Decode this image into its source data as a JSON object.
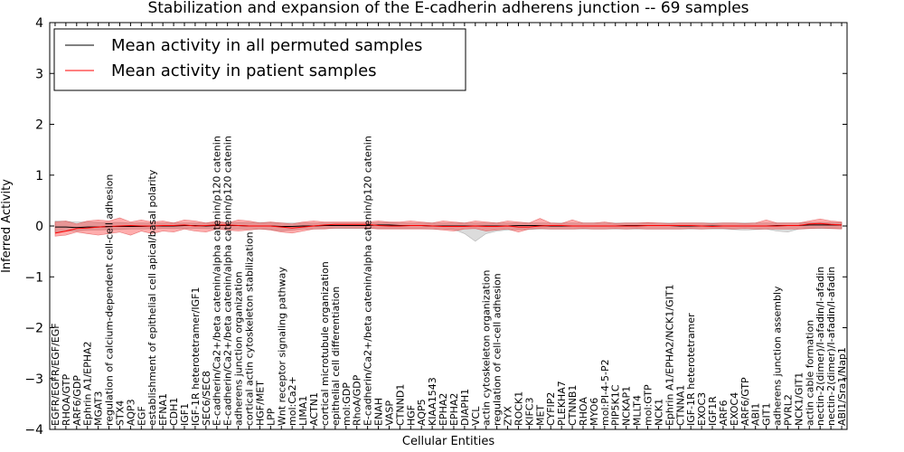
{
  "chart_data": {
    "type": "line",
    "title": "Stabilization and expansion of the E-cadherin adherens junction -- 69 samples",
    "xlabel": "Cellular Entities",
    "ylabel": "Inferred Activity",
    "ylim": [
      -4,
      4
    ],
    "yticks": [
      -4,
      -3,
      -2,
      -1,
      0,
      1,
      2,
      3,
      4
    ],
    "grid": false,
    "legend_position": "top-left",
    "categories": [
      "EGFR/EGFR/EGF/EGF",
      "RHOA/GTP",
      "ARF6/GDP",
      "Ephrin A1/EPHA2",
      "MGAT3",
      "regulation of calcium-dependent cell-cell adhesion",
      "STX4",
      "AQP3",
      "EGF",
      "establishment of epithelial cell apical/basal polarity",
      "EFNA1",
      "CDH1",
      "IGF1",
      "IGF-1R heterotetramer/IGF1",
      "SEC6/SEC8",
      "E-cadherin/Ca2+/beta catenin/alpha catenin/p120 catenin",
      "E-cadherin/Ca2+/beta catenin/alpha catenin/p120 catenin",
      "adherens junction organization",
      "cortical actin cytoskeleton stabilization",
      "HGF/MET",
      "LPP",
      "Wnt receptor signaling pathway",
      "mol:Ca2+",
      "LIMA1",
      "ACTN1",
      "cortical microtubule organization",
      "epithelial cell differentiation",
      "mol:GDP",
      "RhoA/GDP",
      "E-cadherin/Ca2+/beta catenin/alpha catenin/p120 catenin",
      "ENAH",
      "VASP",
      "CTNND1",
      "HGF",
      "AQP5",
      "KIAA1543",
      "EPHA2",
      "EPHA2",
      "DIAPH1",
      "VCL",
      "actin cytoskeleton organization",
      "regulation of cell-cell adhesion",
      "ZYX",
      "ROCK1",
      "KIFC3",
      "MET",
      "CYFIP2",
      "PLEKHA7",
      "CTNNB1",
      "RHOA",
      "MYO6",
      "mol:PI-4-5-P2",
      "PIP5K1C",
      "NCKAP1",
      "MLLT4",
      "mol:GTP",
      "NCK1",
      "Ephrin A1/EPHA2/NCK1/GIT1",
      "CTNNA1",
      "IGF-1R heterotetramer",
      "EXOC3",
      "IGF1R",
      "ARF6",
      "EXOC4",
      "ARF6/GTP",
      "ABI1",
      "GIT1",
      "adherens junction assembly",
      "PVRL2",
      "NCK1/GIT1",
      "actin cable formation",
      "nectin-2(dimer)/I-afadin/I-afadin",
      "nectin-2(dimer)/I-afadin/I-afadin",
      "ABI1/Sra1/Nap1"
    ],
    "series": [
      {
        "name": "Mean activity in all permuted samples",
        "color": "#000000",
        "values": [
          -0.02,
          -0.02,
          -0.03,
          -0.02,
          -0.02,
          -0.01,
          -0.01,
          -0.01,
          -0.01,
          0.0,
          0.0,
          0.0,
          0.01,
          0.01,
          0.0,
          0.01,
          0.01,
          0.01,
          0.0,
          0.0,
          0.0,
          -0.01,
          -0.01,
          0.0,
          0.0,
          0.01,
          0.01,
          0.01,
          0.01,
          0.01,
          0.02,
          0.02,
          0.01,
          0.01,
          0.01,
          0.0,
          0.0,
          0.0,
          0.0,
          0.0,
          0.0,
          0.0,
          0.0,
          0.01,
          0.01,
          0.01,
          0.0,
          0.0,
          0.0,
          0.0,
          0.0,
          0.0,
          0.0,
          0.01,
          0.01,
          0.01,
          0.01,
          0.01,
          0.0,
          0.0,
          0.0,
          0.0,
          0.0,
          0.0,
          0.0,
          0.0,
          0.0,
          0.01,
          0.01,
          0.01,
          0.02,
          0.02,
          0.02,
          0.02
        ],
        "band_low": [
          -0.12,
          -0.1,
          -0.1,
          -0.08,
          -0.08,
          -0.07,
          -0.07,
          -0.06,
          -0.06,
          -0.05,
          -0.05,
          -0.05,
          -0.05,
          -0.05,
          -0.05,
          -0.06,
          -0.06,
          -0.06,
          -0.06,
          -0.06,
          -0.07,
          -0.1,
          -0.08,
          -0.06,
          -0.06,
          -0.05,
          -0.05,
          -0.05,
          -0.05,
          -0.05,
          -0.05,
          -0.05,
          -0.05,
          -0.05,
          -0.05,
          -0.06,
          -0.06,
          -0.07,
          -0.15,
          -0.3,
          -0.15,
          -0.1,
          -0.08,
          -0.07,
          -0.07,
          -0.06,
          -0.06,
          -0.06,
          -0.06,
          -0.06,
          -0.06,
          -0.06,
          -0.06,
          -0.06,
          -0.06,
          -0.06,
          -0.06,
          -0.06,
          -0.06,
          -0.06,
          -0.06,
          -0.06,
          -0.06,
          -0.07,
          -0.08,
          -0.07,
          -0.06,
          -0.1,
          -0.12,
          -0.06,
          -0.05,
          -0.05,
          -0.05,
          -0.05
        ],
        "band_high": [
          0.1,
          0.09,
          0.08,
          0.08,
          0.07,
          0.07,
          0.07,
          0.06,
          0.06,
          0.06,
          0.06,
          0.06,
          0.06,
          0.06,
          0.06,
          0.07,
          0.07,
          0.07,
          0.07,
          0.07,
          0.07,
          0.06,
          0.06,
          0.06,
          0.06,
          0.06,
          0.06,
          0.06,
          0.06,
          0.06,
          0.07,
          0.07,
          0.06,
          0.06,
          0.06,
          0.06,
          0.06,
          0.06,
          0.06,
          0.06,
          0.06,
          0.06,
          0.06,
          0.06,
          0.06,
          0.06,
          0.06,
          0.06,
          0.06,
          0.06,
          0.06,
          0.06,
          0.06,
          0.06,
          0.06,
          0.06,
          0.06,
          0.06,
          0.06,
          0.06,
          0.06,
          0.06,
          0.06,
          0.06,
          0.06,
          0.06,
          0.06,
          0.06,
          0.06,
          0.06,
          0.07,
          0.07,
          0.07,
          0.07
        ]
      },
      {
        "name": "Mean activity in patient samples",
        "color": "#ff0000",
        "values": [
          -0.14,
          -0.1,
          -0.05,
          -0.04,
          -0.02,
          -0.01,
          0.0,
          0.01,
          0.0,
          0.0,
          0.01,
          0.01,
          0.02,
          0.0,
          0.01,
          0.02,
          0.02,
          0.01,
          0.0,
          0.0,
          0.0,
          -0.02,
          -0.04,
          -0.02,
          0.0,
          0.02,
          0.03,
          0.03,
          0.03,
          0.03,
          0.01,
          0.0,
          0.0,
          0.01,
          0.01,
          0.0,
          -0.01,
          -0.01,
          -0.01,
          0.0,
          -0.01,
          -0.01,
          0.0,
          -0.02,
          -0.02,
          0.0,
          0.01,
          0.01,
          0.0,
          0.0,
          0.0,
          0.0,
          0.0,
          0.0,
          0.0,
          0.01,
          0.01,
          0.01,
          0.01,
          0.01,
          0.0,
          -0.01,
          0.0,
          0.0,
          0.0,
          0.0,
          0.0,
          0.0,
          0.01,
          0.01,
          0.04,
          0.05,
          0.03,
          0.02
        ],
        "band_low": [
          -0.2,
          -0.18,
          -0.12,
          -0.15,
          -0.18,
          -0.15,
          -0.12,
          -0.18,
          -0.1,
          -0.15,
          -0.1,
          -0.12,
          -0.06,
          -0.1,
          -0.12,
          -0.06,
          -0.08,
          -0.1,
          -0.08,
          -0.06,
          -0.08,
          -0.12,
          -0.14,
          -0.1,
          -0.06,
          -0.06,
          -0.04,
          -0.04,
          -0.04,
          -0.04,
          -0.06,
          -0.06,
          -0.06,
          -0.06,
          -0.06,
          -0.06,
          -0.08,
          -0.1,
          -0.06,
          -0.05,
          -0.1,
          -0.08,
          -0.06,
          -0.12,
          -0.06,
          -0.05,
          -0.06,
          -0.06,
          -0.06,
          -0.05,
          -0.06,
          -0.06,
          -0.05,
          -0.06,
          -0.05,
          -0.06,
          -0.06,
          -0.06,
          -0.06,
          -0.05,
          -0.06,
          -0.05,
          -0.05,
          -0.06,
          -0.05,
          -0.06,
          -0.06,
          -0.06,
          -0.06,
          -0.06,
          -0.05,
          -0.04,
          -0.05,
          -0.06
        ],
        "band_high": [
          0.08,
          0.1,
          0.04,
          0.1,
          0.12,
          0.1,
          0.16,
          0.08,
          0.12,
          0.08,
          0.1,
          0.06,
          0.12,
          0.1,
          0.06,
          0.1,
          0.06,
          0.12,
          0.1,
          0.06,
          0.08,
          0.06,
          0.04,
          0.08,
          0.1,
          0.08,
          0.08,
          0.08,
          0.08,
          0.08,
          0.1,
          0.08,
          0.08,
          0.1,
          0.08,
          0.06,
          0.1,
          0.08,
          0.06,
          0.1,
          0.08,
          0.06,
          0.1,
          0.08,
          0.06,
          0.15,
          0.06,
          0.05,
          0.12,
          0.06,
          0.06,
          0.08,
          0.05,
          0.06,
          0.06,
          0.07,
          0.06,
          0.05,
          0.06,
          0.06,
          0.06,
          0.05,
          0.06,
          0.06,
          0.05,
          0.06,
          0.12,
          0.06,
          0.06,
          0.06,
          0.1,
          0.14,
          0.1,
          0.08
        ]
      }
    ]
  }
}
